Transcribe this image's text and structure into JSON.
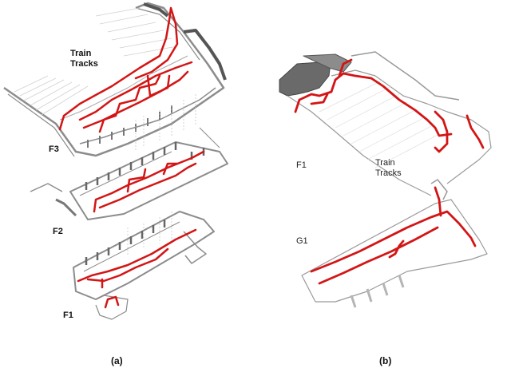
{
  "panel_a": {
    "floors": [
      "F3",
      "F2",
      "F1"
    ],
    "tracks_label": [
      "Train",
      "Tracks"
    ],
    "caption": "(a)"
  },
  "panel_b": {
    "floors": [
      "F1",
      "G1"
    ],
    "tracks_label": [
      "Train",
      "Tracks"
    ],
    "caption": "(b)"
  },
  "colors": {
    "trajectory": "#d31515",
    "wall": "#8c8c8c",
    "wall_dark": "#555555",
    "wall_light": "#c8c8c8"
  }
}
